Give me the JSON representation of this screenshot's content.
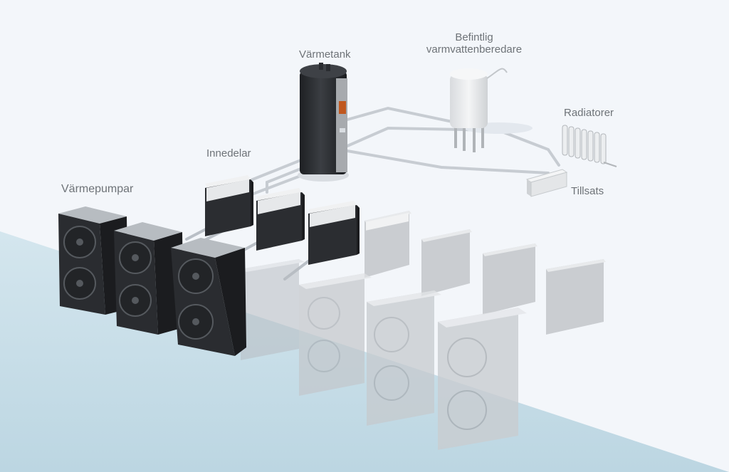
{
  "labels": {
    "heat_pumps": "Värmepumpar",
    "indoor_units": "Innedelar",
    "heat_tank": "Värmetank",
    "existing_heater_line1": "Befintlig",
    "existing_heater_line2": "varmvattenberedare",
    "radiators": "Radiatorer",
    "addon": "Tillsats"
  },
  "components": {
    "heat_pumps_active": 3,
    "heat_pumps_optional": 4,
    "indoor_units_active": 3,
    "indoor_units_optional": 4
  },
  "colors": {
    "background": "#f3f6fa",
    "floor_blue": "#c9dfe8",
    "unit_dark": "#2a2c30",
    "unit_ghost": "#d3d6da",
    "pipe": "#c7ccd2",
    "label_text": "#6e7378"
  }
}
